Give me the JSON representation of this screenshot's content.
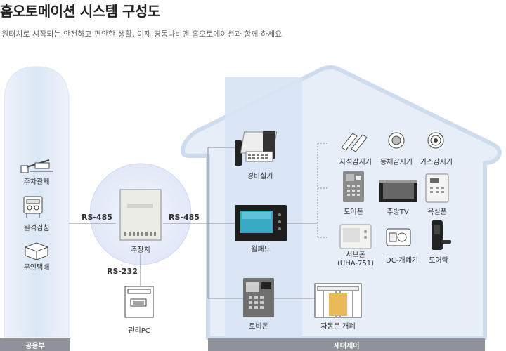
{
  "header": {
    "title": "홈오토메이션 시스템 구성도",
    "subtitle": "원터치로 시작되는 안전하고 편안한 생활, 이제 경동나비엔 홈오토메이션과 함께 하세요"
  },
  "public_area": {
    "footer": "공용부",
    "items": [
      {
        "label": "주차관제",
        "icon": "parking-gate-icon"
      },
      {
        "label": "원격검침",
        "icon": "remote-meter-icon"
      },
      {
        "label": "무인택배",
        "icon": "locker-icon"
      }
    ]
  },
  "center": {
    "main_unit": "주장치",
    "pc": "관리PC",
    "rs485_left": "RS-485",
    "rs485_right": "RS-485",
    "rs232": "RS-232"
  },
  "household": {
    "footer": "세대제어",
    "guard": "경비실기",
    "wallpad": "월패드",
    "lobby": "로비폰",
    "auto_door": "자동문 개폐",
    "sensors": [
      "자석감지기",
      "동체감지기",
      "가스감지기"
    ],
    "devices_row2": [
      "도어폰",
      "주방TV",
      "욕실폰"
    ],
    "devices_row3": [
      "서브폰\n(UHA-751)",
      "DC-개폐기",
      "도어락"
    ]
  }
}
